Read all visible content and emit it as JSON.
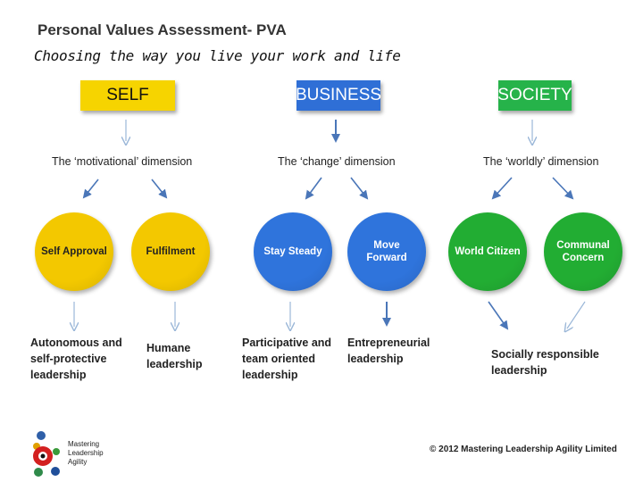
{
  "title": "Personal Values  Assessment- PVA",
  "subtitle": "Choosing the way you live your work and life",
  "headers": [
    {
      "label": "SELF",
      "bg": "#f6d400",
      "color": "#111111"
    },
    {
      "label": "BUSINESS",
      "bg": "#2f6fd6",
      "color": "#ffffff"
    },
    {
      "label": "SOCIETY",
      "bg": "#26b34a",
      "color": "#ffffff"
    }
  ],
  "dimensions": [
    "The ‘motivational’ dimension",
    "The ‘change’ dimension",
    "The  ‘worldly’ dimension"
  ],
  "circles": [
    {
      "label": "Self Approval",
      "bg": "#f3c800",
      "color": "#222222"
    },
    {
      "label": "Fulfilment",
      "bg": "#f3c800",
      "color": "#222222"
    },
    {
      "label": "Stay Steady",
      "bg": "#2f74dc",
      "color": "#ffffff"
    },
    {
      "label": "Move\nForward",
      "bg": "#2f74dc",
      "color": "#ffffff"
    },
    {
      "label": "World Citizen",
      "bg": "#22ad33",
      "color": "#ffffff"
    },
    {
      "label": "Communal\nConcern",
      "bg": "#22ad33",
      "color": "#ffffff"
    }
  ],
  "leadership": [
    "Autonomous and\nself-protective\nleadership",
    "Humane\nleadership",
    "Participative and\nteam oriented\nleadership",
    "Entrepreneurial\nleadership",
    "Socially responsible\nleadership"
  ],
  "footer": {
    "copyright": "© 2012 Mastering Leadership Agility Limited",
    "logo_text": "Mastering\nLeadership\nAgility"
  },
  "colors": {
    "arrow_light": "#9bb7d8",
    "arrow_dark": "#4a76b8"
  }
}
